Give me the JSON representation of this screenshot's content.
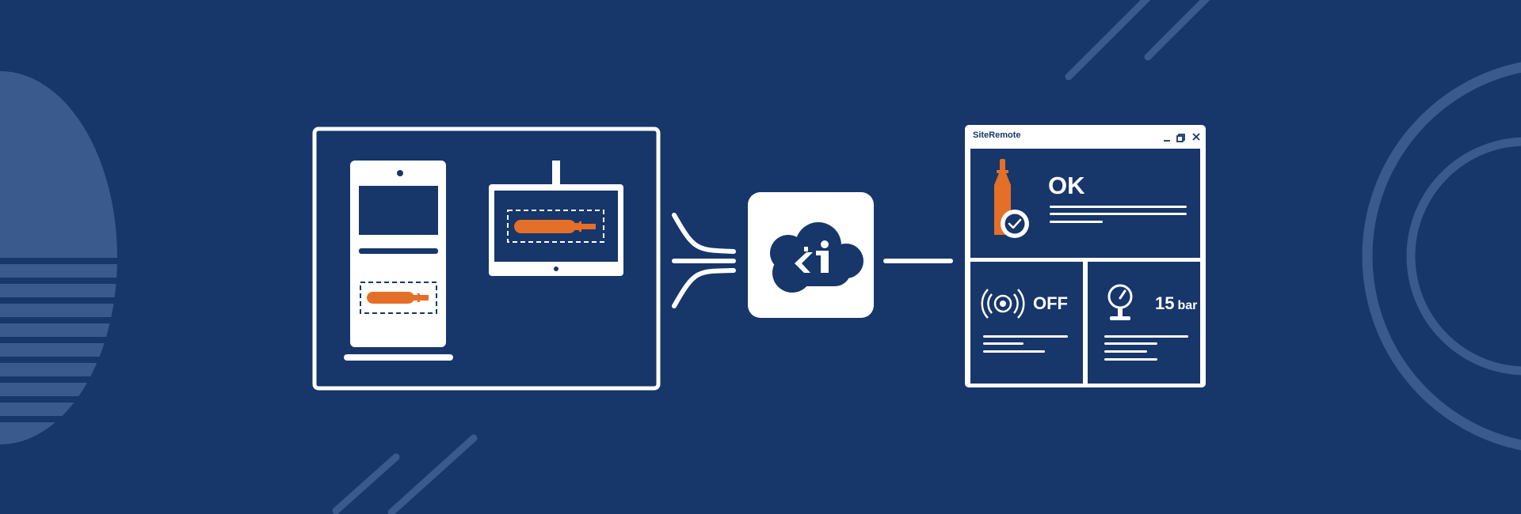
{
  "window": {
    "title": "SiteRemote",
    "controls": [
      "minimize-icon",
      "restore-icon",
      "close-icon"
    ]
  },
  "panels": {
    "cylinder_status": "OK",
    "alarm_status": "OFF",
    "pressure": {
      "value": "15",
      "unit": "bar"
    }
  },
  "icons": {
    "devices": [
      "kiosk-icon",
      "wall-monitor-icon",
      "gas-cylinder-icon"
    ],
    "cloud": "cloud-service-icon",
    "status": [
      "cylinder-check-icon",
      "alarm-signal-icon",
      "pressure-gauge-icon"
    ]
  },
  "colors": {
    "background": "#17366a",
    "foreground": "#ffffff",
    "accent": "#e46f28",
    "decor": "#3a5a8e"
  }
}
